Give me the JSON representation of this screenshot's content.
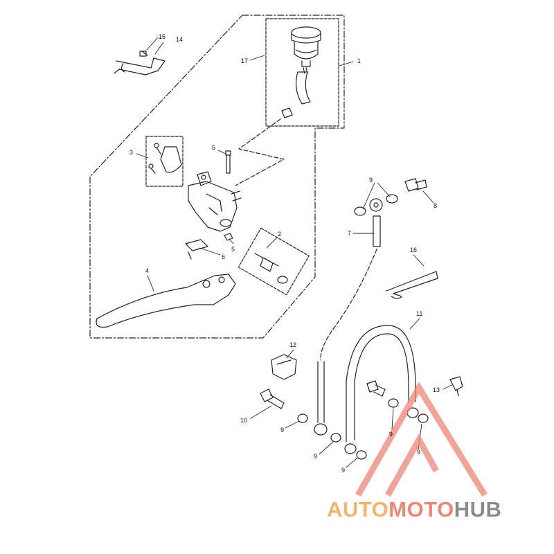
{
  "diagram": {
    "callouts": [
      {
        "id": "c1",
        "text": "1"
      },
      {
        "id": "c2",
        "text": "2"
      },
      {
        "id": "c3",
        "text": "3"
      },
      {
        "id": "c4",
        "text": "4"
      },
      {
        "id": "c5a",
        "text": "5"
      },
      {
        "id": "c5b",
        "text": "5"
      },
      {
        "id": "c6",
        "text": "6"
      },
      {
        "id": "c7",
        "text": "7"
      },
      {
        "id": "c8",
        "text": "8"
      },
      {
        "id": "c9a",
        "text": "9"
      },
      {
        "id": "c9b",
        "text": "9"
      },
      {
        "id": "c9c",
        "text": "9"
      },
      {
        "id": "c9d",
        "text": "9"
      },
      {
        "id": "c9e",
        "text": "9"
      },
      {
        "id": "c9f",
        "text": "9"
      },
      {
        "id": "c10",
        "text": "10"
      },
      {
        "id": "c11",
        "text": "11"
      },
      {
        "id": "c12",
        "text": "12"
      },
      {
        "id": "c13",
        "text": "13"
      },
      {
        "id": "c14",
        "text": "14"
      },
      {
        "id": "c15",
        "text": "15"
      },
      {
        "id": "c16",
        "text": "16"
      },
      {
        "id": "c17",
        "text": "17"
      }
    ]
  },
  "watermark": {
    "part1": "AUTO",
    "part2": "MOTO",
    "part3": "HUB",
    "colors": {
      "auto": "#f2b56b",
      "moto": "#ee8677",
      "hub": "#8a8a8a",
      "triangle": "#ee8677"
    }
  }
}
